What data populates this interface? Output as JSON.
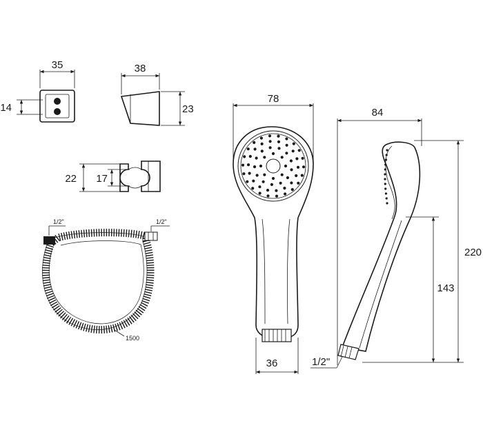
{
  "holder_top": {
    "width": "35",
    "height": "14"
  },
  "holder_side": {
    "width": "38",
    "height": "23"
  },
  "holder_clip": {
    "outer": "22",
    "inner": "17"
  },
  "hose": {
    "thread_left": "1/2\"",
    "thread_right": "1/2\"",
    "length": "1500"
  },
  "shower_front": {
    "head_width": "78",
    "neck_width": "36"
  },
  "shower_side": {
    "depth": "84",
    "total_length": "220",
    "grip_length": "143",
    "thread": "1/2\""
  },
  "colors": {
    "ink": "#1a1a1a",
    "background": "#ffffff"
  }
}
